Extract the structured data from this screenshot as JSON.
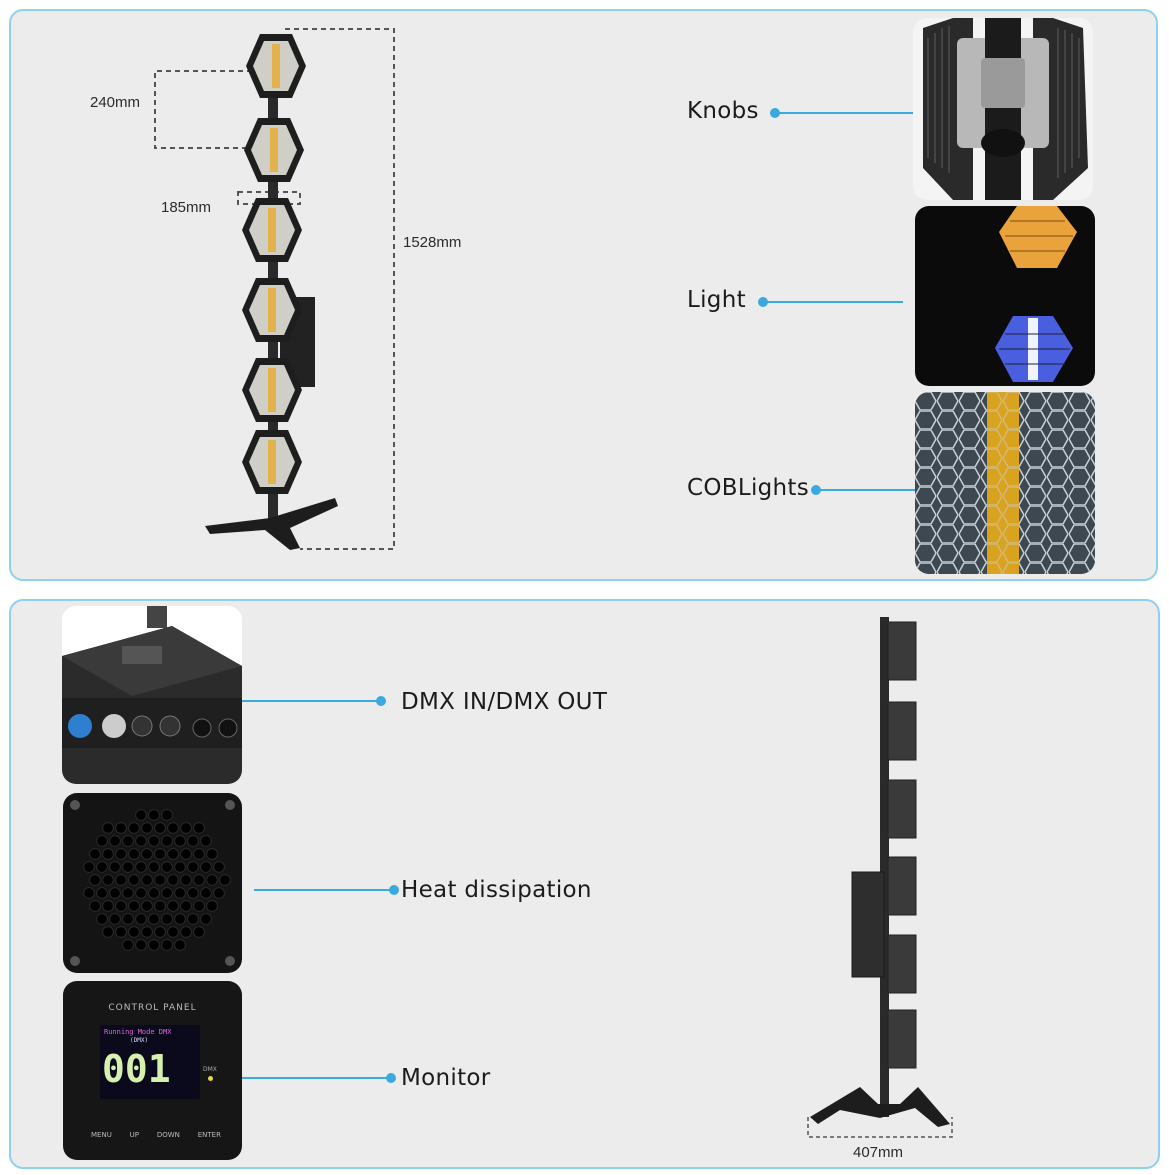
{
  "top_panel": {
    "dimensions": {
      "spacing": "240mm",
      "width": "185mm",
      "height": "1528mm"
    },
    "features": [
      {
        "label": "Knobs"
      },
      {
        "label": "Light"
      },
      {
        "label": "COBLights"
      }
    ]
  },
  "bottom_panel": {
    "features": [
      {
        "label": "DMX IN/DMX OUT"
      },
      {
        "label": "Heat dissipation"
      },
      {
        "label": "Monitor"
      }
    ],
    "base_width": "407mm"
  },
  "monitor_screen": {
    "title": "CONTROL PANEL",
    "mode": "Running Mode DMX",
    "sub": "(DMX)",
    "value": "001",
    "indicator": "DMX",
    "buttons": [
      "MENU",
      "UP",
      "DOWN",
      "ENTER"
    ]
  },
  "colors": {
    "accent": "#3aa9dd",
    "panel_bg": "#ececec",
    "panel_border": "#8fd0ec"
  }
}
